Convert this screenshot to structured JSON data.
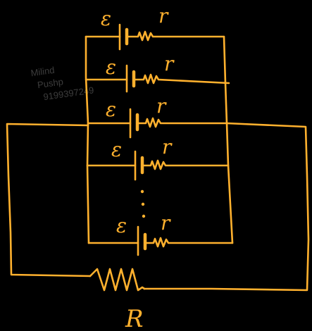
{
  "watermark": {
    "line1": "Milind",
    "line2": "Pushp",
    "line3": "9199397249"
  },
  "cells": [
    {
      "emf": "ε",
      "internal_resistance": "r"
    },
    {
      "emf": "ε",
      "internal_resistance": "r"
    },
    {
      "emf": "ε",
      "internal_resistance": "r"
    },
    {
      "emf": "ε",
      "internal_resistance": "r"
    },
    {
      "emf": "ε",
      "internal_resistance": "r"
    }
  ],
  "load": {
    "label": "R"
  },
  "colors": {
    "ink": "#ffb12e",
    "background": "#000000"
  }
}
